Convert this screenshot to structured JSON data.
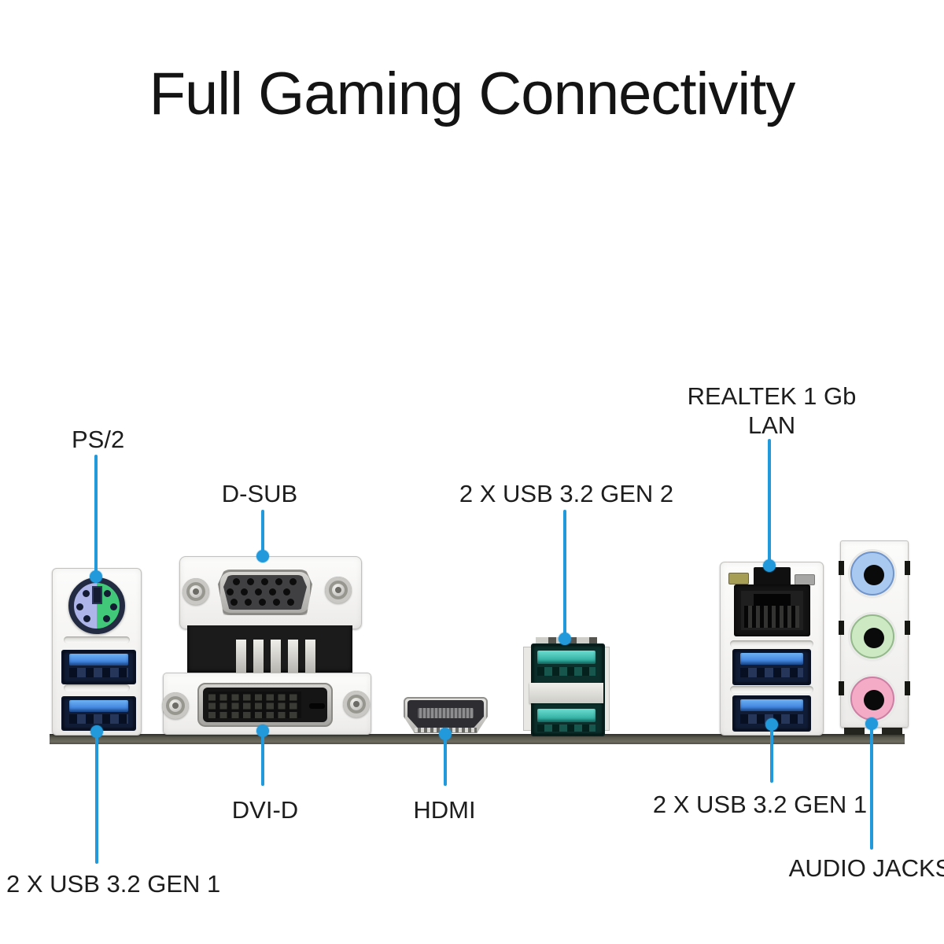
{
  "title": "Full Gaming Connectivity",
  "labels": {
    "ps2": "PS/2",
    "dsub": "D-SUB",
    "usb_gen2": "2 X USB 3.2 GEN 2",
    "lan_line1": "REALTEK 1 Gb",
    "lan_line2": "LAN",
    "dvid": "DVI-D",
    "hdmi": "HDMI",
    "usb_gen1_left": "2 X USB 3.2 GEN 1",
    "usb_gen1_right": "2 X USB 3.2 GEN 1",
    "audio": "AUDIO JACKS"
  },
  "colors": {
    "callout_blue": "#2199db",
    "usb3_gen1_blue": "#2b6fd4",
    "usb3_gen2_teal": "#1fa093",
    "ps2_purple": "#aeb5e8",
    "ps2_green": "#41c878",
    "audio_line_in": "#a9c9f0",
    "audio_line_out": "#cde9c4",
    "audio_mic": "#f3abc6"
  }
}
